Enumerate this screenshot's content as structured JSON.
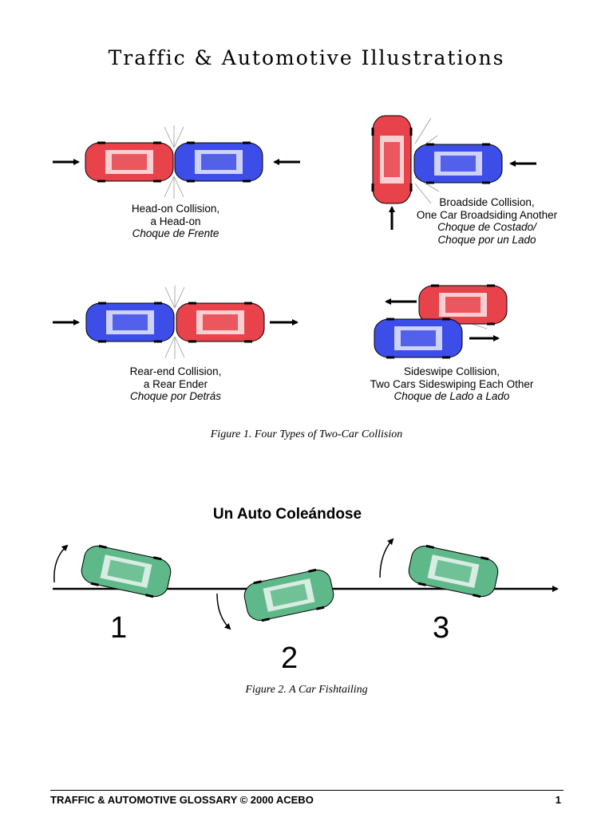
{
  "title": "Traffic & Automotive Illustrations",
  "colors": {
    "red": "#e8424a",
    "blue": "#3d4de8",
    "green": "#5fb88a",
    "arrow": "#000000"
  },
  "figure1": {
    "caption": "Figure 1. Four Types of Two-Car Collision",
    "panels": [
      {
        "en1": "Head-on Collision,",
        "en2": "a Head-on",
        "es1": "Choque de Frente",
        "es2": ""
      },
      {
        "en1": "Broadside Collision,",
        "en2": "One Car Broadsiding Another",
        "es1": "Choque de Costado/",
        "es2": "Choque por un Lado"
      },
      {
        "en1": "Rear-end Collision,",
        "en2": "a Rear Ender",
        "es1": "Choque por Detrás",
        "es2": ""
      },
      {
        "en1": "Sideswipe Collision,",
        "en2": "Two Cars Sideswiping Each Other",
        "es1": "Choque de Lado a Lado",
        "es2": ""
      }
    ]
  },
  "figure2": {
    "heading": "Un Auto Coleándose",
    "labels": [
      "1",
      "2",
      "3"
    ],
    "caption": "Figure 2. A Car Fishtailing"
  },
  "footer": {
    "left": "TRAFFIC & AUTOMOTIVE GLOSSARY © 2000 ACEBO",
    "right": "1"
  }
}
